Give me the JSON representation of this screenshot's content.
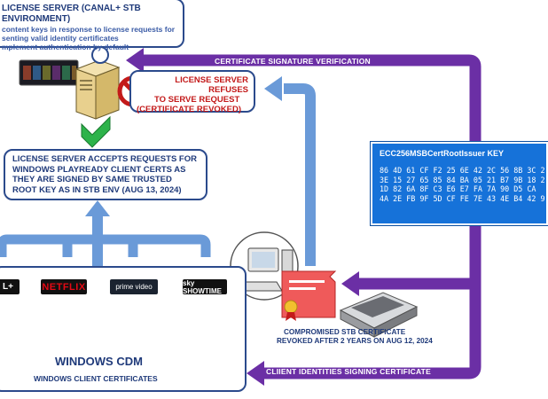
{
  "license_server": {
    "title": "LICENSE SERVER (CANAL+ STB ENVIRONMENT)",
    "lines": [
      "content keys in response to license requests for",
      "senting valid identity certificates",
      "mplement authentication by default"
    ]
  },
  "refusal": {
    "lines": [
      "LICENSE SERVER REFUSES",
      "TO SERVE REQUEST",
      "(CERTIFICATE REVOKED)"
    ]
  },
  "accept": {
    "lines": [
      "LICENSE SERVER ACCEPTS REQUESTS FOR",
      "WINDOWS PLAYREADY CLIENT CERTS AS",
      "THEY ARE SIGNED BY SAME TRUSTED",
      "ROOT KEY AS IN STB ENV (AUG 13, 2024)"
    ]
  },
  "arrows": {
    "verification": "CERTIFICATE SIGNATURE VERIFICATION",
    "signing": "CLIIENT IDENTITIES SIGNING CERTIFICATE"
  },
  "root_key": {
    "title": "ECC256MSBCertRootIssuer KEY",
    "rows": [
      "86 4D 61 CF F2 25 6E 42 2C 56 8B 3C 2",
      "3E 15 27 65 85 84 BA 05 21 B7 9B 18 2",
      "1D 82 6A 8F C3 E6 E7 FA 7A 90 D5 CA",
      "4A 2E FB 9F 5D CF FE 7E 43 4E B4 42 9"
    ]
  },
  "compromised": {
    "lines": [
      "COMPROMISED STB CERTIFICATE",
      "REVOKED AFTER 2 YEARS ON AUG 12, 2024"
    ]
  },
  "cdm": {
    "title": "WINDOWS CDM",
    "subtitle": "WINDOWS CLIENT CERTIFICATES",
    "logos": [
      "L+",
      "NETFLIX",
      "prime video",
      "sky SHOWTIME"
    ]
  },
  "colors": {
    "purple_arrow": "#6b2fa5",
    "blue_arrow": "#6a9ad8",
    "navy": "#1f3a7a",
    "red": "#c31a1a",
    "key_blue": "#1672d9",
    "green_check": "#2db34a"
  }
}
